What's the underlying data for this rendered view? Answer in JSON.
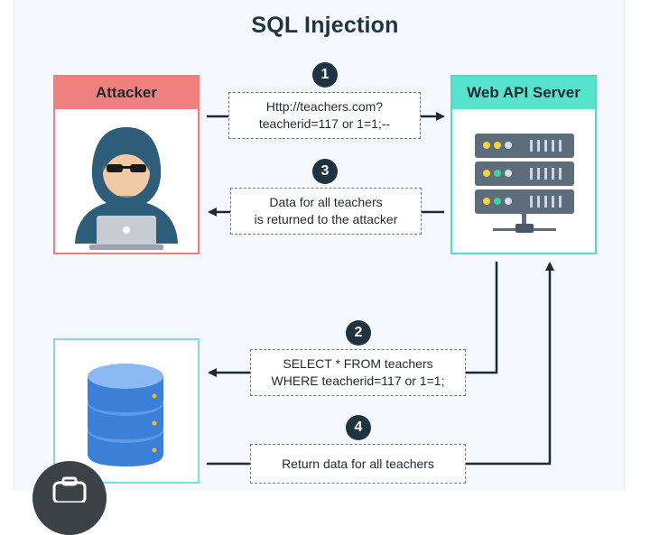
{
  "title": "SQL Injection",
  "attacker": {
    "label": "Attacker"
  },
  "server": {
    "label": "Web API Server"
  },
  "steps": [
    {
      "num": "1",
      "lines": [
        "Http://teachers.com?",
        "teacherid=117 or 1=1;--"
      ]
    },
    {
      "num": "2",
      "lines": [
        "SELECT * FROM teachers",
        "WHERE teacherid=117 or 1=1;"
      ]
    },
    {
      "num": "3",
      "lines": [
        "Data for all teachers",
        "is returned to the attacker"
      ]
    },
    {
      "num": "4",
      "lines": [
        "Return data for all teachers"
      ]
    }
  ],
  "colors": {
    "attacker_header": "#f08080",
    "server_header": "#58e3cf",
    "db_border": "#88d7de",
    "badge": "#1f3440",
    "database_blue": "#3c7fd6"
  },
  "icons": [
    "hooded-hacker-icon",
    "server-rack-icon",
    "database-icon",
    "camera-icon"
  ]
}
